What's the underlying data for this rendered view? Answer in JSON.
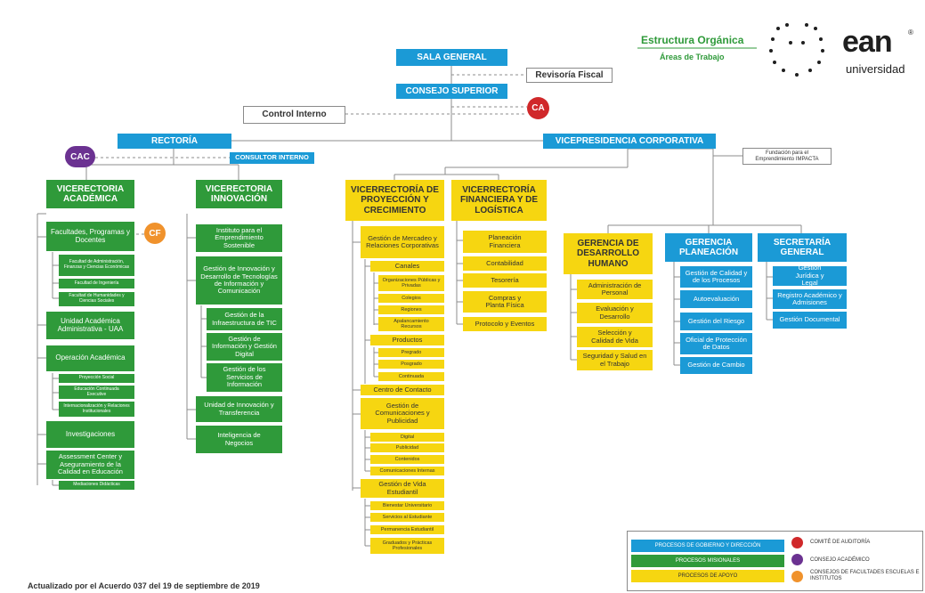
{
  "colors": {
    "gobierno": "#1b9ad6",
    "misional": "#2f9a3a",
    "apoyo": "#f6d611",
    "ca": "#d0282a",
    "cac": "#6b3291",
    "cf": "#f0922c",
    "title_green": "#2f9a3a"
  },
  "header": {
    "title": "Estructura Orgánica",
    "subtitle": "Áreas de Trabajo",
    "logo_word": "ean",
    "logo_reg": "®",
    "logo_sub": "universidad"
  },
  "top": {
    "sala_general": "SALA GENERAL",
    "revisoria_fiscal": "Revisoría Fiscal",
    "consejo_superior": "CONSEJO SUPERIOR",
    "ca": "CA",
    "control_interno": "Control Interno",
    "rectoria": "RECTORÍA",
    "cac": "CAC",
    "consultor_interno": "CONSULTOR INTERNO",
    "vp_corporativa": "VICEPRESIDENCIA CORPORATIVA",
    "fundacion": "Fundación para el Emprendimiento IMPACTA"
  },
  "academica": {
    "title": "VICERECTORIA ACADÉMICA",
    "facultades": "Facultades, Programas y Docentes",
    "cf": "CF",
    "fac1": "Facultad de Administración, Finanzas y Ciencias Económicas",
    "fac2": "Facultad de Ingeniería",
    "fac3": "Facultad de Humanidades y Ciencias Sociales",
    "uaa": "Unidad Académica Administrativa - UAA",
    "operacion": "Operación Académica",
    "op1": "Proyección Social",
    "op2": "Educación Continuada Executive",
    "op3": "Internacionalización y Relaciones Institucionales",
    "investigaciones": "Investigaciones",
    "assessment": "Assessment Center y Aseguramiento de la Calidad en Educación",
    "mediaciones": "Mediaciones Didácticas"
  },
  "innovacion": {
    "title": "VICERECTORIA INNOVACIÓN",
    "instituto": "Instituto para el Emprendimiento Sostenible",
    "gestion_tic": "Gestión de Innovación y Desarrollo de Tecnologías de Información y Comunicación",
    "infra": "Gestión de la Infraestructura de TIC",
    "info_digital": "Gestión de Información y Gestión Digital",
    "servicios": "Gestión de los Servicios de Información",
    "unidad": "Unidad de Innovación y Transferencia",
    "inteligencia": "Inteligencia de Negocios"
  },
  "proyeccion": {
    "title": "VICERRECTORÍA DE PROYECCIÓN Y CRECIMIENTO",
    "mercadeo": "Gestión de Mercadeo y Relaciones Corporativas",
    "canales": "Canales",
    "organizaciones": "Organizaciones Públicas y Privadas",
    "colegios": "Colegios",
    "regiones": "Regiones",
    "apalancamiento": "Apalancamiento Recursos",
    "productos": "Productos",
    "pregrado": "Pregrado",
    "posgrado": "Posgrado",
    "continuada": "Continuada",
    "centro_contacto": "Centro de Contacto",
    "comunicaciones": "Gestión de Comunicaciones y Publicidad",
    "digital": "Digital",
    "publicidad": "Publicidad",
    "contenidos": "Contenidos",
    "com_internas": "Comunicaciones Internas",
    "vida": "Gestión de Vida Estudiantil",
    "bienestar": "Bienestar Universitario",
    "servicios_est": "Servicios al Estudiante",
    "permanencia": "Permanencia Estudiantil",
    "graduados": "Graduados y Prácticas Profesionales"
  },
  "financiera": {
    "title": "VICERRECTORÍA FINANCIERA Y DE LOGÍSTICA",
    "planeacion": "Planeación Financiera",
    "contabilidad": "Contabilidad",
    "tesoreria": "Tesorería",
    "compras": "Compras y Planta Física",
    "protocolo": "Protocolo y Eventos"
  },
  "humano": {
    "title": "GERENCIA DE DESARROLLO HUMANO",
    "administracion": "Administración de Personal",
    "evaluacion": "Evaluación y Desarrollo",
    "seleccion": "Selección y Calidad de Vida",
    "seguridad": "Seguridad y Salud en el Trabajo"
  },
  "planeacion": {
    "title": "GERENCIA PLANEACIÓN",
    "calidad": "Gestión de Calidad y de los Procesos",
    "autoevaluacion": "Autoevaluación",
    "riesgo": "Gestión del Riesgo",
    "oficial": "Oficial de Protección de Datos",
    "cambio": "Gestión de Cambio"
  },
  "secretaria": {
    "title": "SECRETARÍA GENERAL",
    "juridica": "Gestión Jurídica y Legal",
    "registro": "Registro Académico y Admisiones",
    "documental": "Gestión Documental"
  },
  "legend": {
    "gobierno": "PROCESOS DE GOBIERNO Y DIRECCIÓN",
    "misionales": "PROCESOS MISIONALES",
    "apoyo": "PROCESOS DE APOYO",
    "comite": "COMITÉ DE AUDITORÍA",
    "consejo": "CONSEJO ACADÉMICO",
    "consejos_fac": "CONSEJOS DE FACULTADES ESCUELAS E INSTITUTOS"
  },
  "footer": "Actualizado por el Acuerdo 037 del 19 de septiembre de 2019"
}
